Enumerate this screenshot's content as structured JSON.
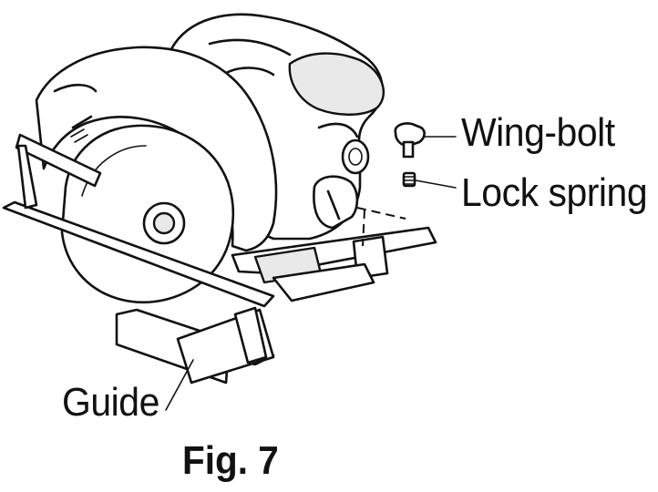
{
  "labels": {
    "wing_bolt": "Wing-bolt",
    "lock_spring": "Lock spring",
    "guide": "Guide"
  },
  "caption": "Fig. 7"
}
